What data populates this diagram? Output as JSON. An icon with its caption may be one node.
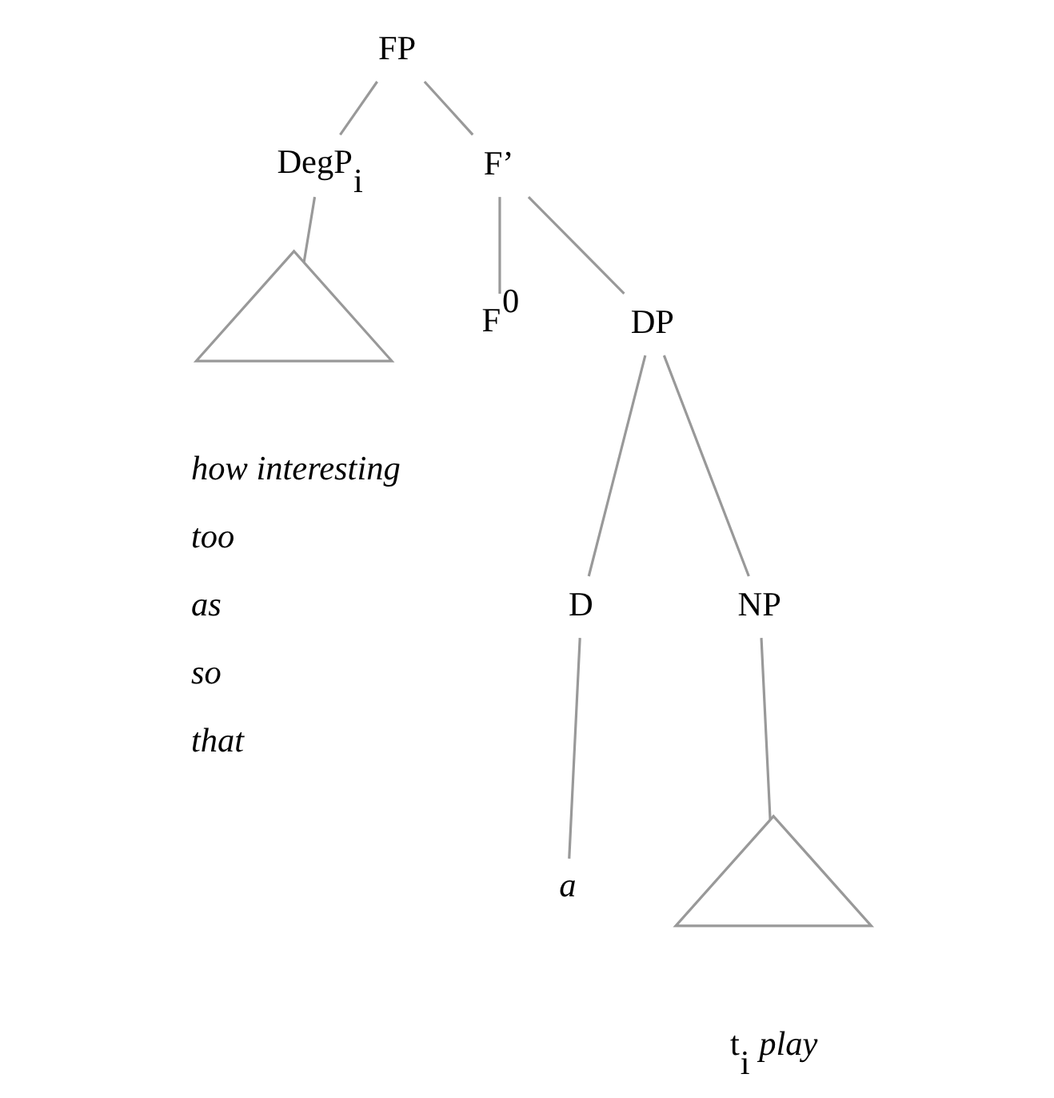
{
  "diagram": {
    "nodes": [
      {
        "text": [
          "FP"
        ]
      },
      {
        "text": [
          "DegP$_{i}$"
        ]
      },
      {
        "text": [
          "F’"
        ]
      },
      {
        "text": [],
        "shape": "triangle"
      },
      {
        "text": [
          "how interesting",
          "too",
          "as",
          "so",
          "that"
        ]
      },
      {
        "text": [
          "F$^{0}$"
        ]
      },
      {
        "text": [
          "DP"
        ]
      },
      {
        "text": [
          "D"
        ]
      },
      {
        "text": [
          "NP"
        ]
      },
      {
        "text": [],
        "shape": "triangle"
      },
      {
        "text": [
          "a"
        ]
      },
      {
        "text": [
          "t$_{i}$ *play*"
        ]
      }
    ],
    "edges": [
      {
        "from": 0,
        "to": 1,
        "arrow": "none"
      },
      {
        "from": 0,
        "to": 2,
        "arrow": "none"
      },
      {
        "from": 1,
        "to": 3,
        "arrow": "none"
      },
      {
        "from": 2,
        "to": 5,
        "arrow": "none"
      },
      {
        "from": 2,
        "to": 6,
        "arrow": "none"
      },
      {
        "from": 6,
        "to": 7,
        "arrow": "none"
      },
      {
        "from": 6,
        "to": 8,
        "arrow": "none"
      },
      {
        "from": 7,
        "to": 10,
        "arrow": "none"
      },
      {
        "from": 8,
        "to": 9,
        "arrow": "none"
      }
    ]
  }
}
